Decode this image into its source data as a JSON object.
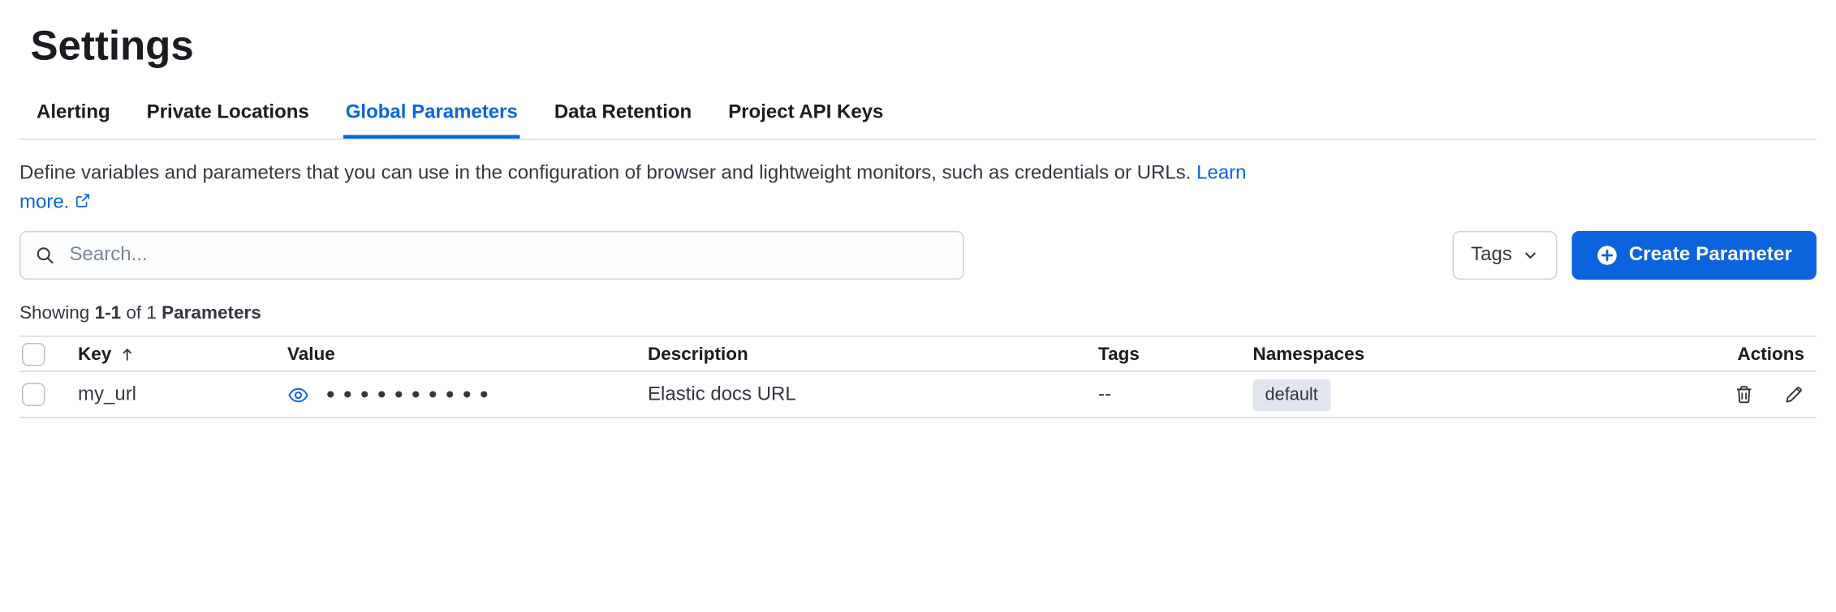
{
  "page": {
    "title": "Settings"
  },
  "tabs": {
    "items": [
      {
        "label": "Alerting",
        "active": false
      },
      {
        "label": "Private Locations",
        "active": false
      },
      {
        "label": "Global Parameters",
        "active": true
      },
      {
        "label": "Data Retention",
        "active": false
      },
      {
        "label": "Project API Keys",
        "active": false
      }
    ]
  },
  "intro": {
    "text": "Define variables and parameters that you can use in the configuration of browser and lightweight monitors, such as credentials or URLs.",
    "link_label": "Learn more."
  },
  "toolbar": {
    "search": {
      "placeholder": "Search...",
      "value": ""
    },
    "tags_filter": {
      "label": "Tags"
    },
    "create_button": {
      "label": "Create Parameter"
    }
  },
  "summary": {
    "prefix": "Showing ",
    "range": "1-1",
    "middle": " of 1 ",
    "suffix": "Parameters"
  },
  "table": {
    "headers": {
      "key": "Key",
      "value": "Value",
      "description": "Description",
      "tags": "Tags",
      "namespaces": "Namespaces",
      "actions": "Actions"
    },
    "sort": {
      "column": "Key",
      "direction": "ascending"
    },
    "rows": [
      {
        "key": "my_url",
        "value_masked": "••••••••••",
        "description": "Elastic docs URL",
        "tags": "--",
        "namespace_badge": "default"
      }
    ]
  },
  "colors": {
    "primary": "#0b64dd",
    "text": "#343741",
    "heading": "#1a1c21",
    "border": "#d3dae6",
    "badge_background": "#e0e5ee",
    "placeholder": "#7b8594"
  }
}
